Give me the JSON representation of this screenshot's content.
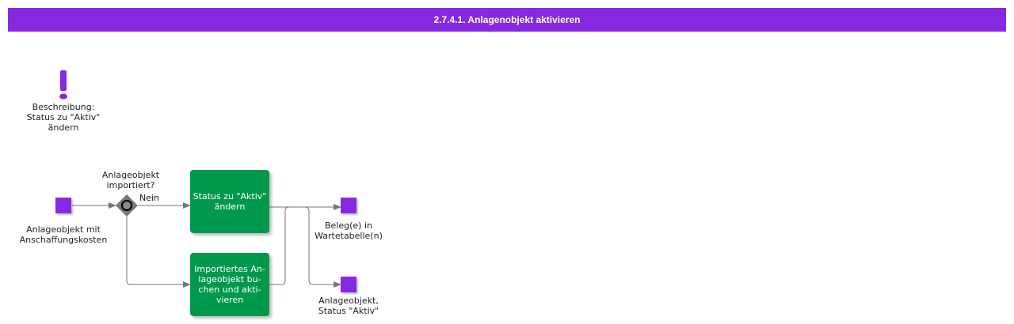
{
  "header": {
    "title": "2.7.4.1. Anlagenobjekt aktivieren"
  },
  "annotation": {
    "icon": "exclamation-icon",
    "text_lines": [
      "Beschreibung:",
      "Status zu \"Aktiv\"",
      "ändern"
    ]
  },
  "start_event": {
    "label_lines": [
      "Anlageobjekt mit",
      "Anschaffungskosten"
    ]
  },
  "gateway": {
    "label_lines": [
      "Anlageobjekt",
      "importiert?"
    ],
    "branch_label": "Nein"
  },
  "tasks": [
    {
      "label_lines": [
        "Status zu \"Aktiv\"",
        "ändern"
      ]
    },
    {
      "label_lines": [
        "Importiertes An-",
        "lageobjekt bu-",
        "chen und akti-",
        "vieren"
      ]
    }
  ],
  "end_events": [
    {
      "label_lines": [
        "Beleg(e) in",
        "Wartetabelle(n)"
      ]
    },
    {
      "label_lines": [
        "Anlageobjekt,",
        "Status \"Aktiv\""
      ]
    }
  ],
  "colors": {
    "accent": "#8629e0",
    "task": "#00994c",
    "line": "#777777"
  }
}
